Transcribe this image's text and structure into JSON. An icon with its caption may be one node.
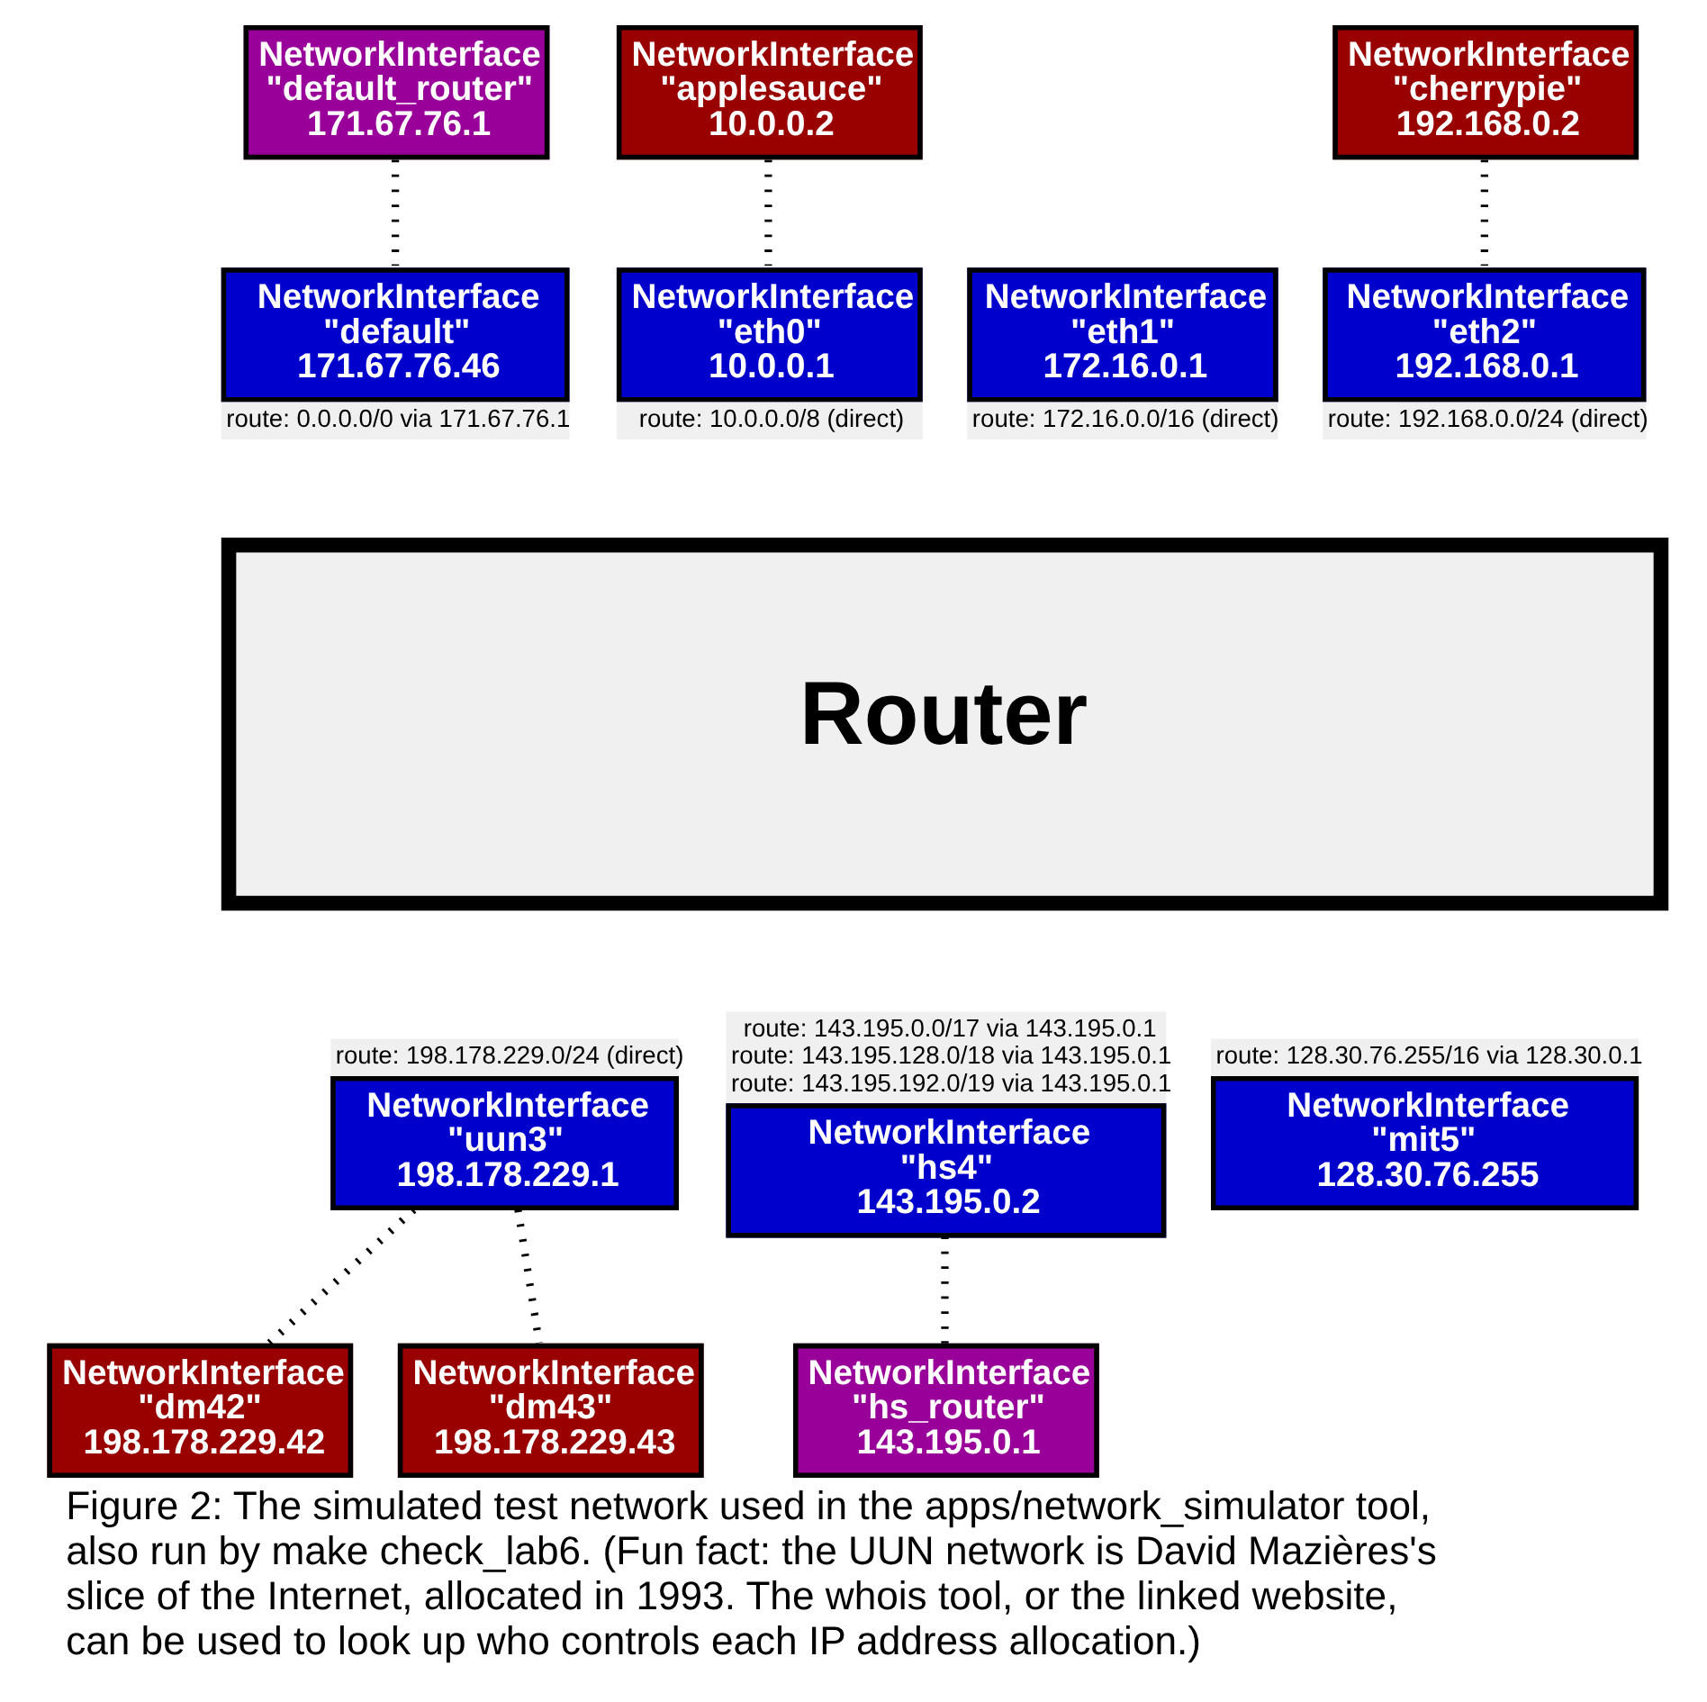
{
  "diagram": {
    "caption": "Figure 2: The simulated test network used in the apps/network_simulator tool, also run by make check_lab6. (Fun fact: the UUN network is David Mazières's slice of the Internet, allocated in 1993. The whois tool, or the linked website, can be used to look up who controls each IP address allocation.)",
    "nodes": [
      {
        "text": [
          "NetworkInterface",
          "\"default_router\"",
          "171.67.76.1"
        ]
      },
      {
        "text": [
          "NetworkInterface",
          "\"applesauce\"",
          "10.0.0.2"
        ]
      },
      {
        "text": [
          "NetworkInterface",
          "\"cherrypie\"",
          "192.168.0.2"
        ]
      },
      {
        "text": [
          "NetworkInterface",
          "\"default\"",
          "171.67.76.46"
        ],
        "beside": [
          "route: 0.0.0.0/0 via 171.67.76.1"
        ]
      },
      {
        "text": [
          "NetworkInterface",
          "\"eth0\"",
          "10.0.0.1"
        ],
        "beside": [
          "route: 10.0.0.0/8 (direct)"
        ]
      },
      {
        "text": [
          "NetworkInterface",
          "\"eth1\"",
          "172.16.0.1"
        ],
        "beside": [
          "route: 172.16.0.0/16 (direct)"
        ]
      },
      {
        "text": [
          "NetworkInterface",
          "\"eth2\"",
          "192.168.0.1"
        ],
        "beside": [
          "route: 192.168.0.0/24 (direct)"
        ]
      },
      {
        "text": [
          "Router"
        ]
      },
      {
        "text": [
          "NetworkInterface",
          "\"uun3\"",
          "198.178.229.1"
        ],
        "beside": [
          "route: 198.178.229.0/24 (direct)"
        ]
      },
      {
        "text": [
          "NetworkInterface",
          "\"hs4\"",
          "143.195.0.2"
        ],
        "beside": [
          "route: 143.195.0.0/17 via 143.195.0.1",
          "route: 143.195.128.0/18 via 143.195.0.1",
          "route: 143.195.192.0/19 via 143.195.0.1"
        ]
      },
      {
        "text": [
          "NetworkInterface",
          "\"mit5\"",
          "128.30.76.255"
        ],
        "beside": [
          "route: 128.30.76.255/16 via 128.30.0.1"
        ]
      },
      {
        "text": [
          "NetworkInterface",
          "\"dm42\"",
          "198.178.229.42"
        ]
      },
      {
        "text": [
          "NetworkInterface",
          "\"dm43\"",
          "198.178.229.43"
        ]
      },
      {
        "text": [
          "NetworkInterface",
          "\"hs_router\"",
          "143.195.0.1"
        ]
      }
    ],
    "edges": [
      {
        "from": 0,
        "to": 3,
        "arrow": "none"
      },
      {
        "from": 1,
        "to": 4,
        "arrow": "none"
      },
      {
        "from": 2,
        "to": 6,
        "arrow": "none"
      },
      {
        "from": 8,
        "to": 11,
        "arrow": "none"
      },
      {
        "from": 8,
        "to": 12,
        "arrow": "none"
      },
      {
        "from": 9,
        "to": 13,
        "arrow": "none"
      }
    ]
  }
}
